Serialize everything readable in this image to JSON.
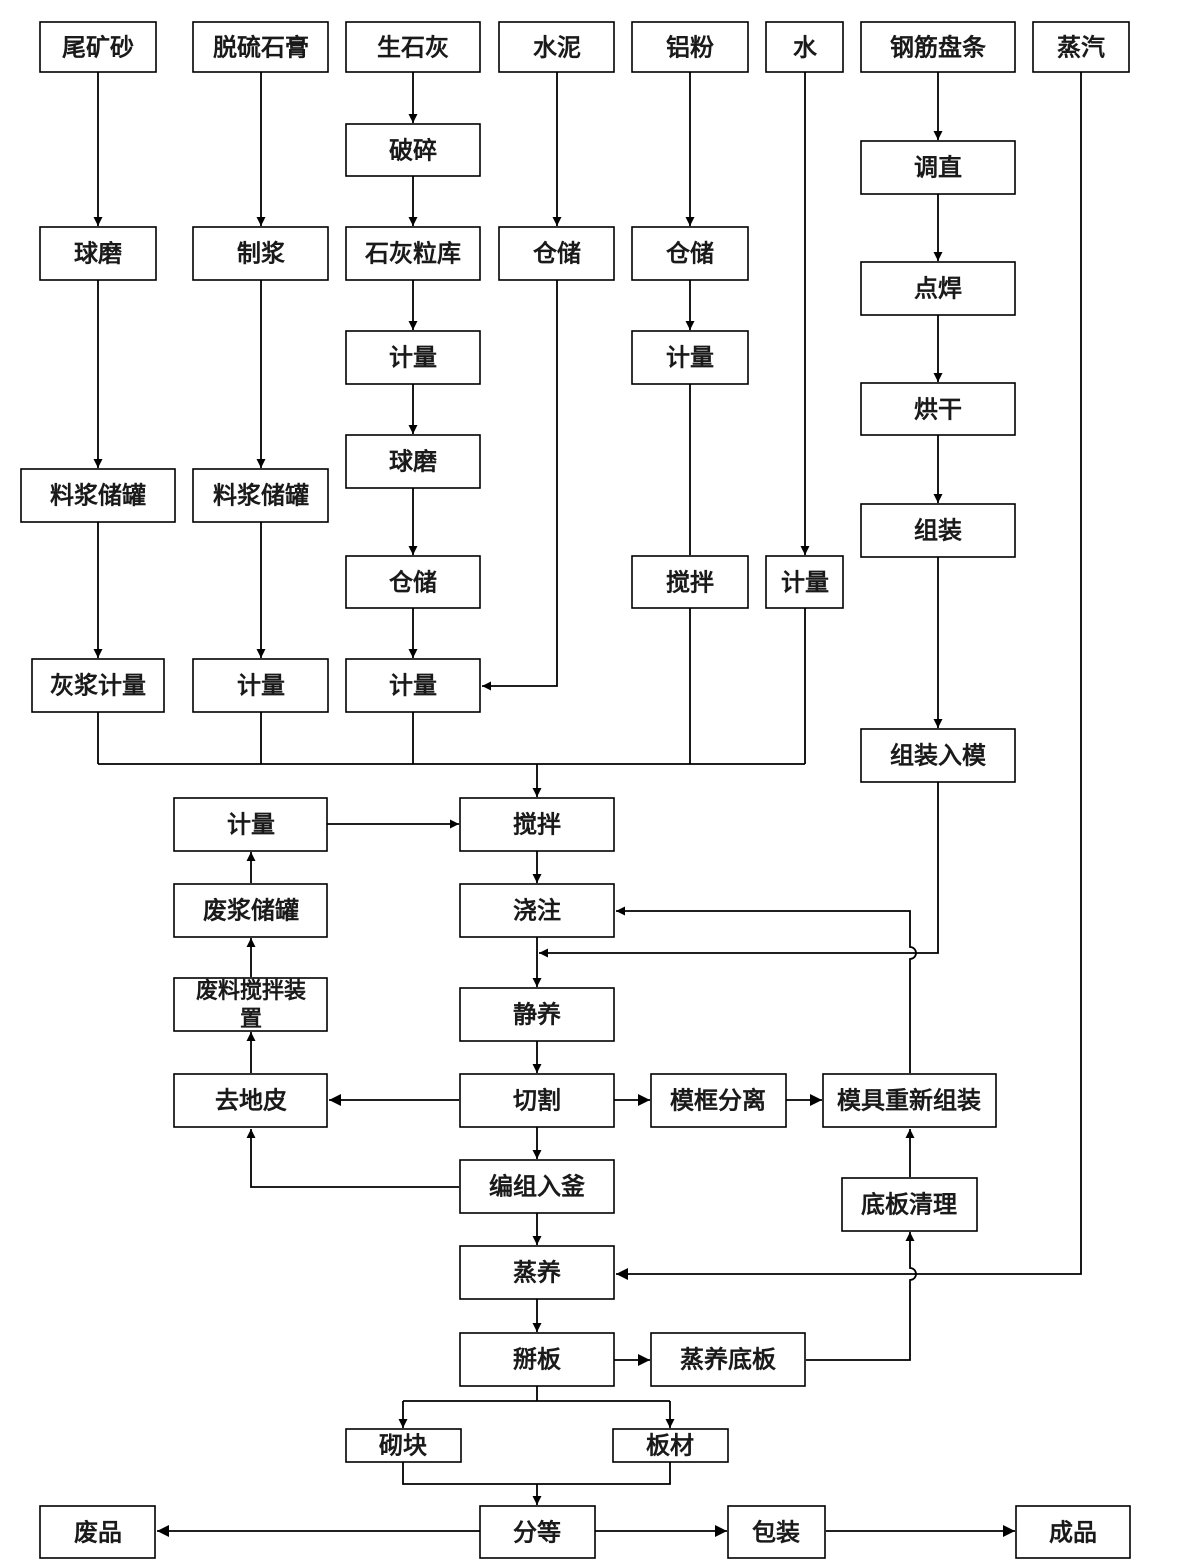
{
  "nodes": {
    "tailings": "尾矿砂",
    "desulf_gypsum": "脱硫石膏",
    "quicklime": "生石灰",
    "cement": "水泥",
    "al_powder": "铝粉",
    "water": "水",
    "rebar_coil": "钢筋盘条",
    "steam": "蒸汽",
    "crush": "破碎",
    "ball_mill_1": "球磨",
    "pulping": "制浆",
    "lime_bin": "石灰粒库",
    "storage_cement": "仓储",
    "storage_al": "仓储",
    "straighten": "调直",
    "spot_weld": "点焊",
    "dry": "烘干",
    "assemble": "组装",
    "measure_lime1": "计量",
    "measure_al": "计量",
    "ball_mill_2": "球磨",
    "slurry_tank_1": "料浆储罐",
    "slurry_tank_2": "料浆储罐",
    "storage_lime": "仓储",
    "stir_al": "搅拌",
    "measure_water": "计量",
    "ash_measure": "灰浆计量",
    "measure_gypsum": "计量",
    "measure_lime2": "计量",
    "assemble_mold": "组装入模",
    "measure_waste": "计量",
    "mix": "搅拌",
    "waste_tank": "废浆储罐",
    "pour": "浇注",
    "waste_mixer_l1": "废料搅拌装",
    "waste_mixer_l2": "置",
    "rest_cure": "静养",
    "remove_crust": "去地皮",
    "cut": "切割",
    "demold": "模框分离",
    "reassemble": "模具重新组装",
    "group_kiln": "编组入釜",
    "clean_base": "底板清理",
    "autoclave": "蒸养",
    "separate": "掰板",
    "steam_base": "蒸养底板",
    "block": "砌块",
    "panel": "板材",
    "reject": "废品",
    "grade": "分等",
    "pack": "包装",
    "product": "成品"
  }
}
